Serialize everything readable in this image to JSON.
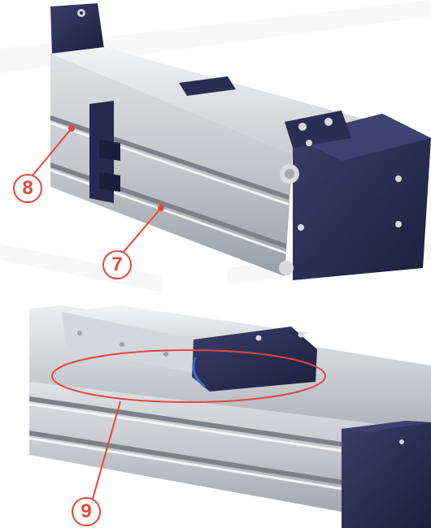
{
  "callouts": {
    "c8": "8",
    "c7": "7",
    "c9": "9"
  },
  "colors": {
    "callout": "#e8463a",
    "end_cap": "#262a4e",
    "profile_light": "#e6e8eb",
    "profile_mid": "#b9bdc3",
    "profile_dark": "#8e939a"
  }
}
